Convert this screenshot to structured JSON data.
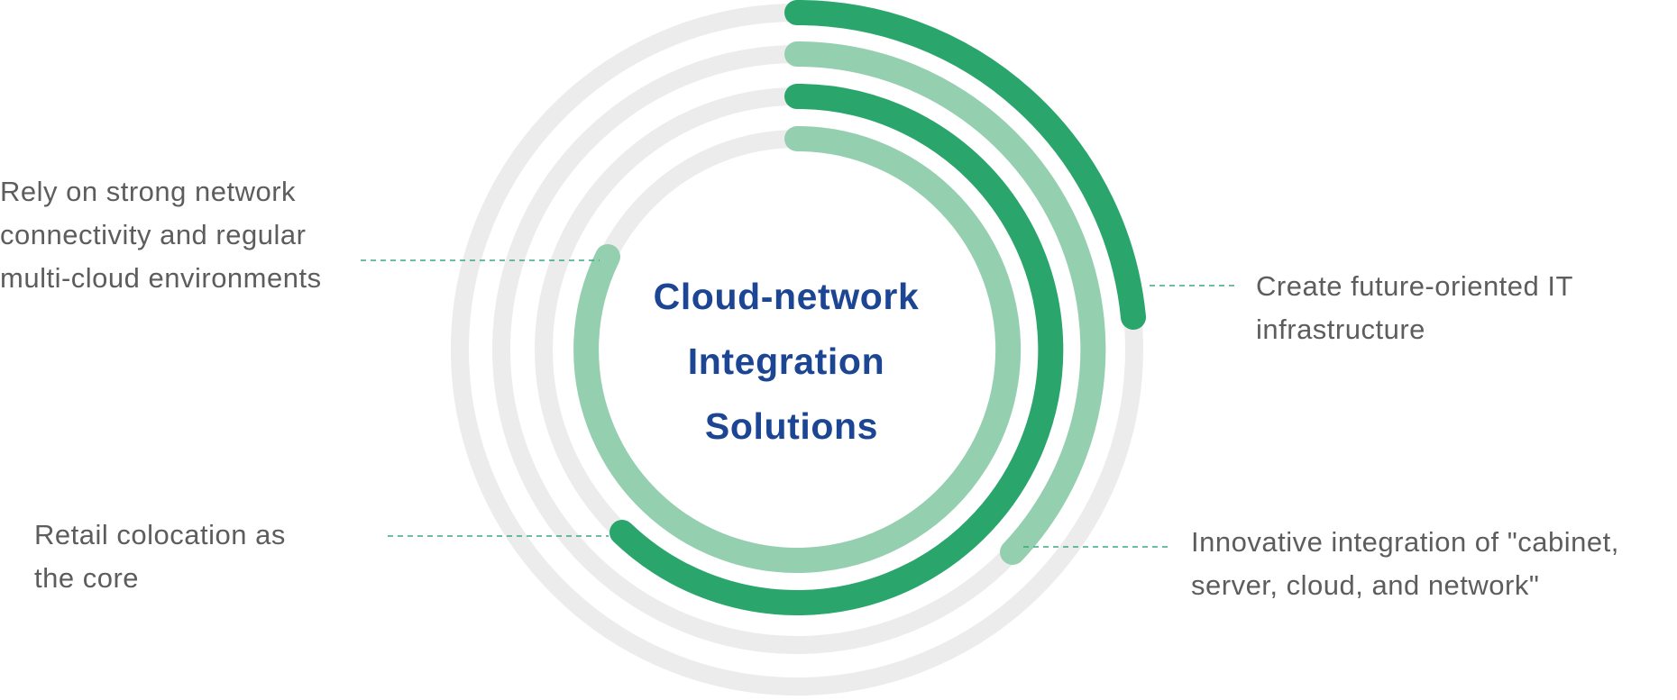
{
  "center_title": {
    "lines": [
      "Cloud-network",
      "Integration",
      "Solutions"
    ]
  },
  "labels": [
    {
      "id": "label-future-it",
      "lines": [
        "Create future-oriented IT",
        "infrastructure"
      ],
      "ring": "outer-1"
    },
    {
      "id": "label-innovative-integration",
      "lines": [
        "Innovative integration of \"cabinet,",
        "server, cloud, and network\""
      ],
      "ring": "outer-2"
    },
    {
      "id": "label-retail-colocation",
      "lines": [
        "Retail colocation as",
        "the core"
      ],
      "ring": "outer-3"
    },
    {
      "id": "label-multi-cloud",
      "lines": [
        "Rely on strong network",
        "connectivity and regular",
        "multi-cloud environments"
      ],
      "ring": "inner"
    }
  ],
  "colors": {
    "track": "#ececec",
    "dark_green": "#2aa56b",
    "light_green": "#94cfb0",
    "title": "#1c4694",
    "label_text": "#5d5d5d",
    "leader_line": "#3aa87f"
  }
}
